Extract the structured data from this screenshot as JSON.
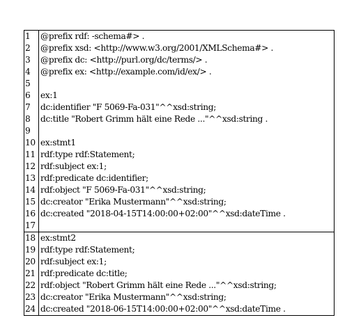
{
  "listing": {
    "lines": [
      {
        "n": "1",
        "text": "@prefix rdf: -schema#> ."
      },
      {
        "n": "2",
        "text": "@prefix xsd: <http://www.w3.org/2001/XMLSchema#> ."
      },
      {
        "n": "3",
        "text": "@prefix dc: <http://purl.org/dc/terms/> ."
      },
      {
        "n": "4",
        "text": "@prefix ex: <http://example.com/id/ex/> ."
      },
      {
        "n": "5",
        "text": ""
      },
      {
        "n": "6",
        "text": "ex:1"
      },
      {
        "n": "7",
        "text": "dc:identifier \"F 5069-Fa-031\"^^xsd:string;"
      },
      {
        "n": "8",
        "text": "dc:title \"Robert Grimm hält eine Rede ...\"^^xsd:string ."
      },
      {
        "n": "9",
        "text": ""
      },
      {
        "n": "10",
        "text": "ex:stmt1"
      },
      {
        "n": "11",
        "text": "rdf:type rdf:Statement;"
      },
      {
        "n": "12",
        "text": "rdf:subject ex:1;"
      },
      {
        "n": "13",
        "text": "rdf:predicate dc:identifier;"
      },
      {
        "n": "14",
        "text": "rdf:object \"F 5069-Fa-031\"^^xsd:string;"
      },
      {
        "n": "15",
        "text": "dc:creator \"Erika Mustermann\"^^xsd:string;"
      },
      {
        "n": "16",
        "text": "dc:created \"2018-04-15T14:00:00+02:00\"^^xsd:dateTime ."
      },
      {
        "n": "17",
        "text": ""
      },
      {
        "n": "18",
        "text": "ex:stmt2",
        "block_start": true
      },
      {
        "n": "19",
        "text": "rdf:type rdf:Statement;"
      },
      {
        "n": "20",
        "text": "rdf:subject ex:1;"
      },
      {
        "n": "21",
        "text": "rdf:predicate dc:title;"
      },
      {
        "n": "22",
        "text": "rdf:object \"Robert Grimm hält eine Rede ...\"^^xsd:string;"
      },
      {
        "n": "23",
        "text": "dc:creator \"Erika Mustermann\"^^xsd:string;"
      },
      {
        "n": "24",
        "text": "dc:created \"2018-06-15T14:00:00+02:00\"^^xsd:dateTime ."
      }
    ]
  }
}
